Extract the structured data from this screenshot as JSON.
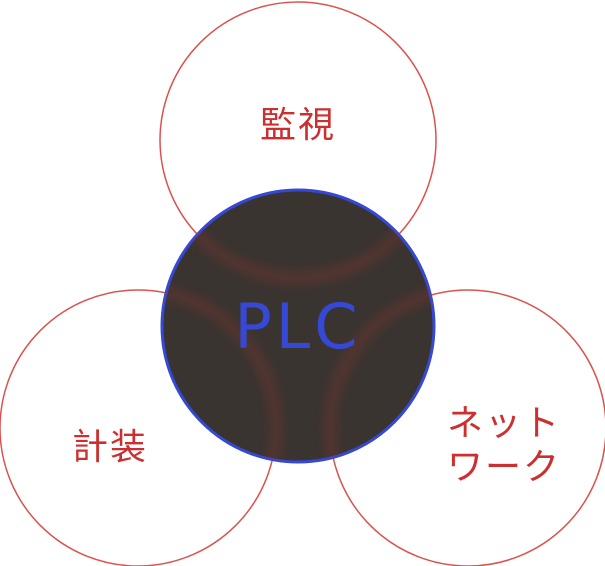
{
  "diagram": {
    "center": {
      "label": "PLC"
    },
    "top": {
      "label": "監視"
    },
    "left": {
      "label": "計装"
    },
    "right": {
      "label_line1": "ネット",
      "label_line2": "ワーク"
    }
  },
  "colors": {
    "outer_stroke": "#d9534f",
    "center_fill": "#3a3431",
    "center_stroke": "#3548d6",
    "label": "#cc2f2f",
    "center_label": "#3548d6"
  }
}
